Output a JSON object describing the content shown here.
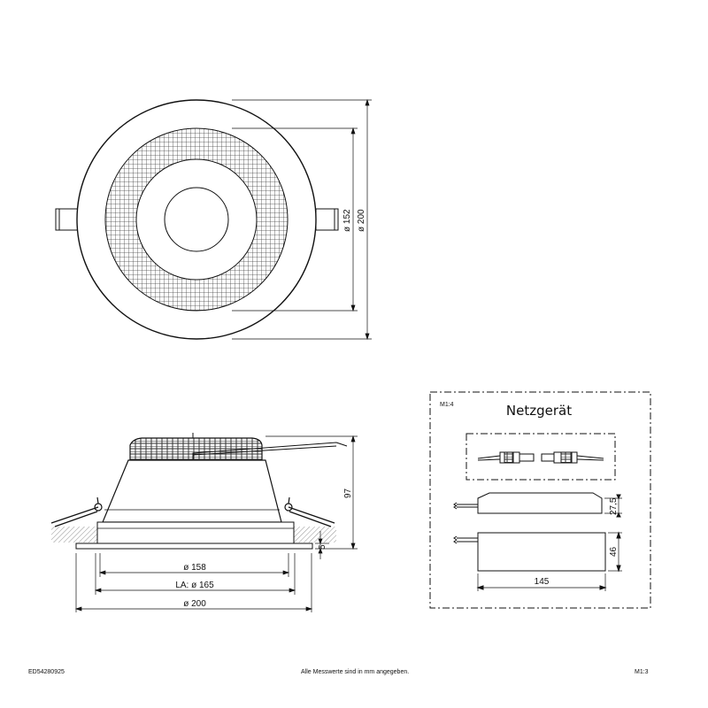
{
  "top_view": {
    "dim_inner": "ø 152",
    "dim_outer": "ø 200"
  },
  "side_view": {
    "dim_158": "ø 158",
    "dim_165": "LA: ø 165",
    "dim_200": "ø 200",
    "dim_height": "97",
    "dim_flange": "5"
  },
  "driver_box": {
    "scale": "M1:4",
    "title": "Netzgerät",
    "dim_height_top": "27,5",
    "dim_height_body": "46",
    "dim_length": "145"
  },
  "footer": {
    "code": "ED54280925",
    "note": "Alle Messwerte sind in mm angegeben.",
    "scale": "M1:3"
  }
}
